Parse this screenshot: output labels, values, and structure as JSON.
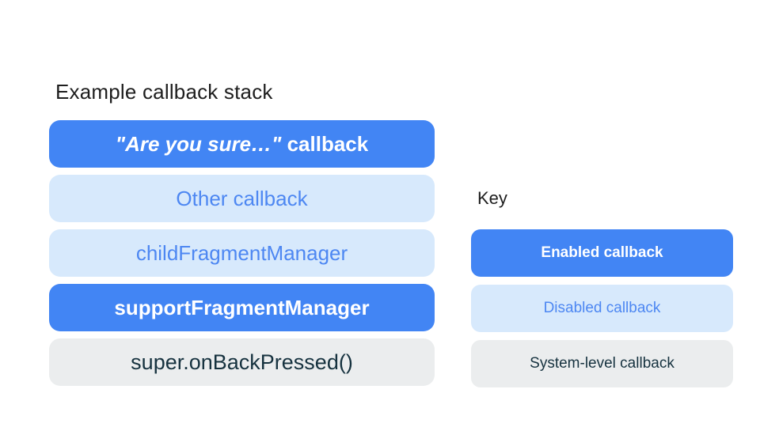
{
  "colors": {
    "background": "#ffffff",
    "enabled_bg": "#4285f4",
    "enabled_text": "#ffffff",
    "disabled_bg": "#d7e9fc",
    "disabled_text": "#4d87f2",
    "system_bg": "#ebedee",
    "system_text": "#16323f",
    "heading_text": "#1e1e1e"
  },
  "stack": {
    "title": "Example callback stack",
    "items": [
      {
        "label_italic": "\"Are you sure…\"",
        "label_rest": " callback",
        "type": "enabled"
      },
      {
        "label": "Other callback",
        "type": "disabled"
      },
      {
        "label": "childFragmentManager",
        "type": "disabled"
      },
      {
        "label": "supportFragmentManager",
        "type": "enabled"
      },
      {
        "label": "super.onBackPressed()",
        "type": "system"
      }
    ]
  },
  "key": {
    "title": "Key",
    "items": [
      {
        "label": "Enabled callback",
        "type": "enabled"
      },
      {
        "label": "Disabled callback",
        "type": "disabled"
      },
      {
        "label": "System-level callback",
        "type": "system"
      }
    ]
  }
}
